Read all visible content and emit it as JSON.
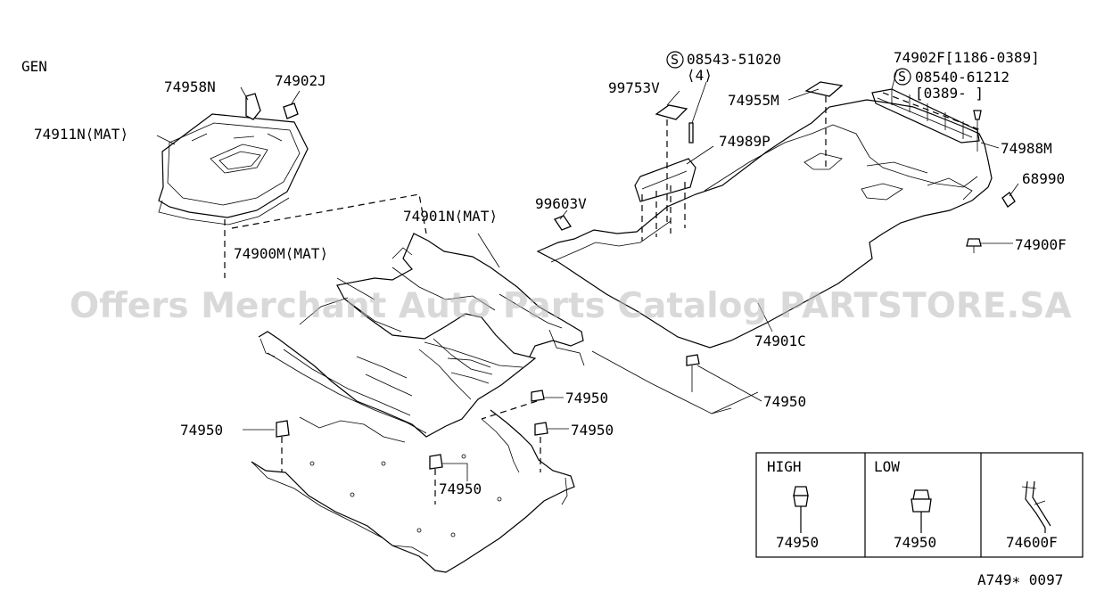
{
  "section": "GEN",
  "watermark": "Offers Merchant Auto Parts Catalog PARTSTORE.SA",
  "diagram_code": "A749∗ 0097",
  "labels": {
    "p74958N": "74958N",
    "p74902J": "74902J",
    "p74911N": "74911N⟨MAT⟩",
    "p74900M": "74900M⟨MAT⟩",
    "p74901N": "74901N⟨MAT⟩",
    "p99603V": "99603V",
    "p99753V": "99753V",
    "p08543": "08543-51020",
    "p08543q": "⟨4⟩",
    "p74955M": "74955M",
    "p74989P": "74989P",
    "p74902F": "74902F[1186-0389]",
    "p08540": "08540-61212",
    "p08540r": "[0389-   ]",
    "p74988M": "74988M",
    "p68990": "68990",
    "p74900F": "74900F",
    "p74901C": "74901C",
    "p74950a": "74950",
    "p74950b": "74950",
    "p74950c": "74950",
    "p74950d": "74950",
    "p74950e": "74950",
    "screw_symbol": "S"
  },
  "legend": {
    "high": {
      "title": "HIGH",
      "part": "74950"
    },
    "low": {
      "title": "LOW",
      "part": "74950"
    },
    "other": {
      "part": "74600F"
    }
  }
}
